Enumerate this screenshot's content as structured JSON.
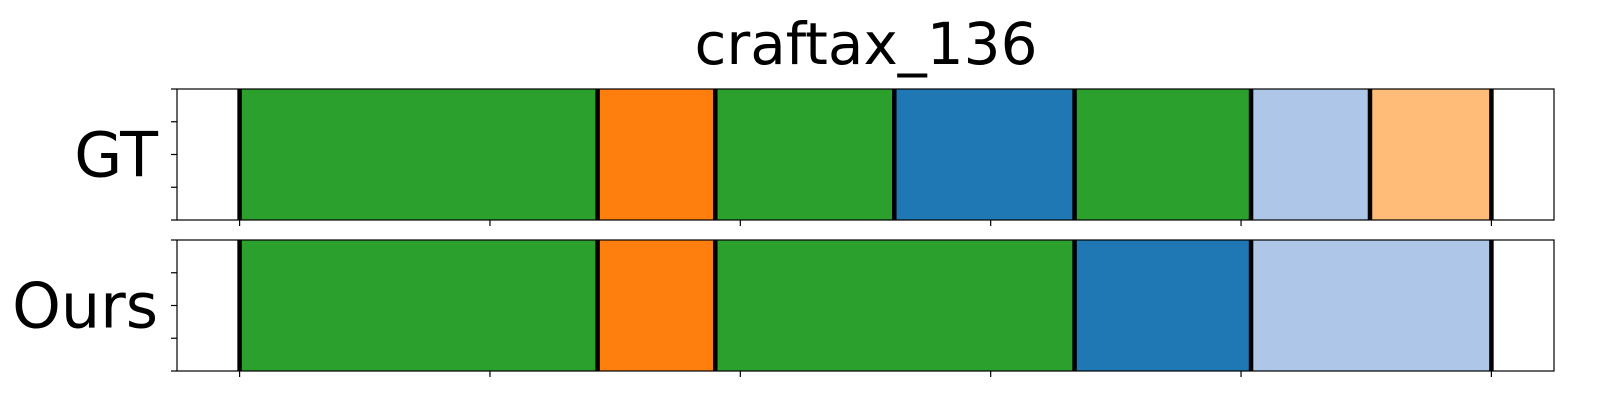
{
  "chart_data": {
    "type": "segmentation-strip",
    "title": "craftax_136",
    "xlim": [
      0,
      1100
    ],
    "grid": false,
    "x_ticks": [
      50,
      250,
      450,
      650,
      850,
      1050
    ],
    "rows": [
      {
        "label": "GT",
        "segments": [
          {
            "start": 0,
            "end": 50,
            "color": "#ffffff"
          },
          {
            "start": 50,
            "end": 336,
            "color": "#2ca02c"
          },
          {
            "start": 336,
            "end": 430,
            "color": "#ff7f0e"
          },
          {
            "start": 430,
            "end": 573,
            "color": "#2ca02c"
          },
          {
            "start": 573,
            "end": 717,
            "color": "#1f77b4"
          },
          {
            "start": 717,
            "end": 858,
            "color": "#2ca02c"
          },
          {
            "start": 858,
            "end": 953,
            "color": "#aec7e8"
          },
          {
            "start": 953,
            "end": 1050,
            "color": "#ffbb78"
          },
          {
            "start": 1050,
            "end": 1100,
            "color": "#ffffff"
          }
        ],
        "boundaries": [
          50,
          336,
          430,
          573,
          717,
          858,
          953,
          1050
        ]
      },
      {
        "label": "Ours",
        "segments": [
          {
            "start": 0,
            "end": 50,
            "color": "#ffffff"
          },
          {
            "start": 50,
            "end": 336,
            "color": "#2ca02c"
          },
          {
            "start": 336,
            "end": 430,
            "color": "#ff7f0e"
          },
          {
            "start": 430,
            "end": 717,
            "color": "#2ca02c"
          },
          {
            "start": 717,
            "end": 858,
            "color": "#1f77b4"
          },
          {
            "start": 858,
            "end": 1050,
            "color": "#aec7e8"
          },
          {
            "start": 1050,
            "end": 1100,
            "color": "#ffffff"
          }
        ],
        "boundaries": [
          50,
          336,
          430,
          717,
          858,
          1050
        ]
      }
    ]
  }
}
